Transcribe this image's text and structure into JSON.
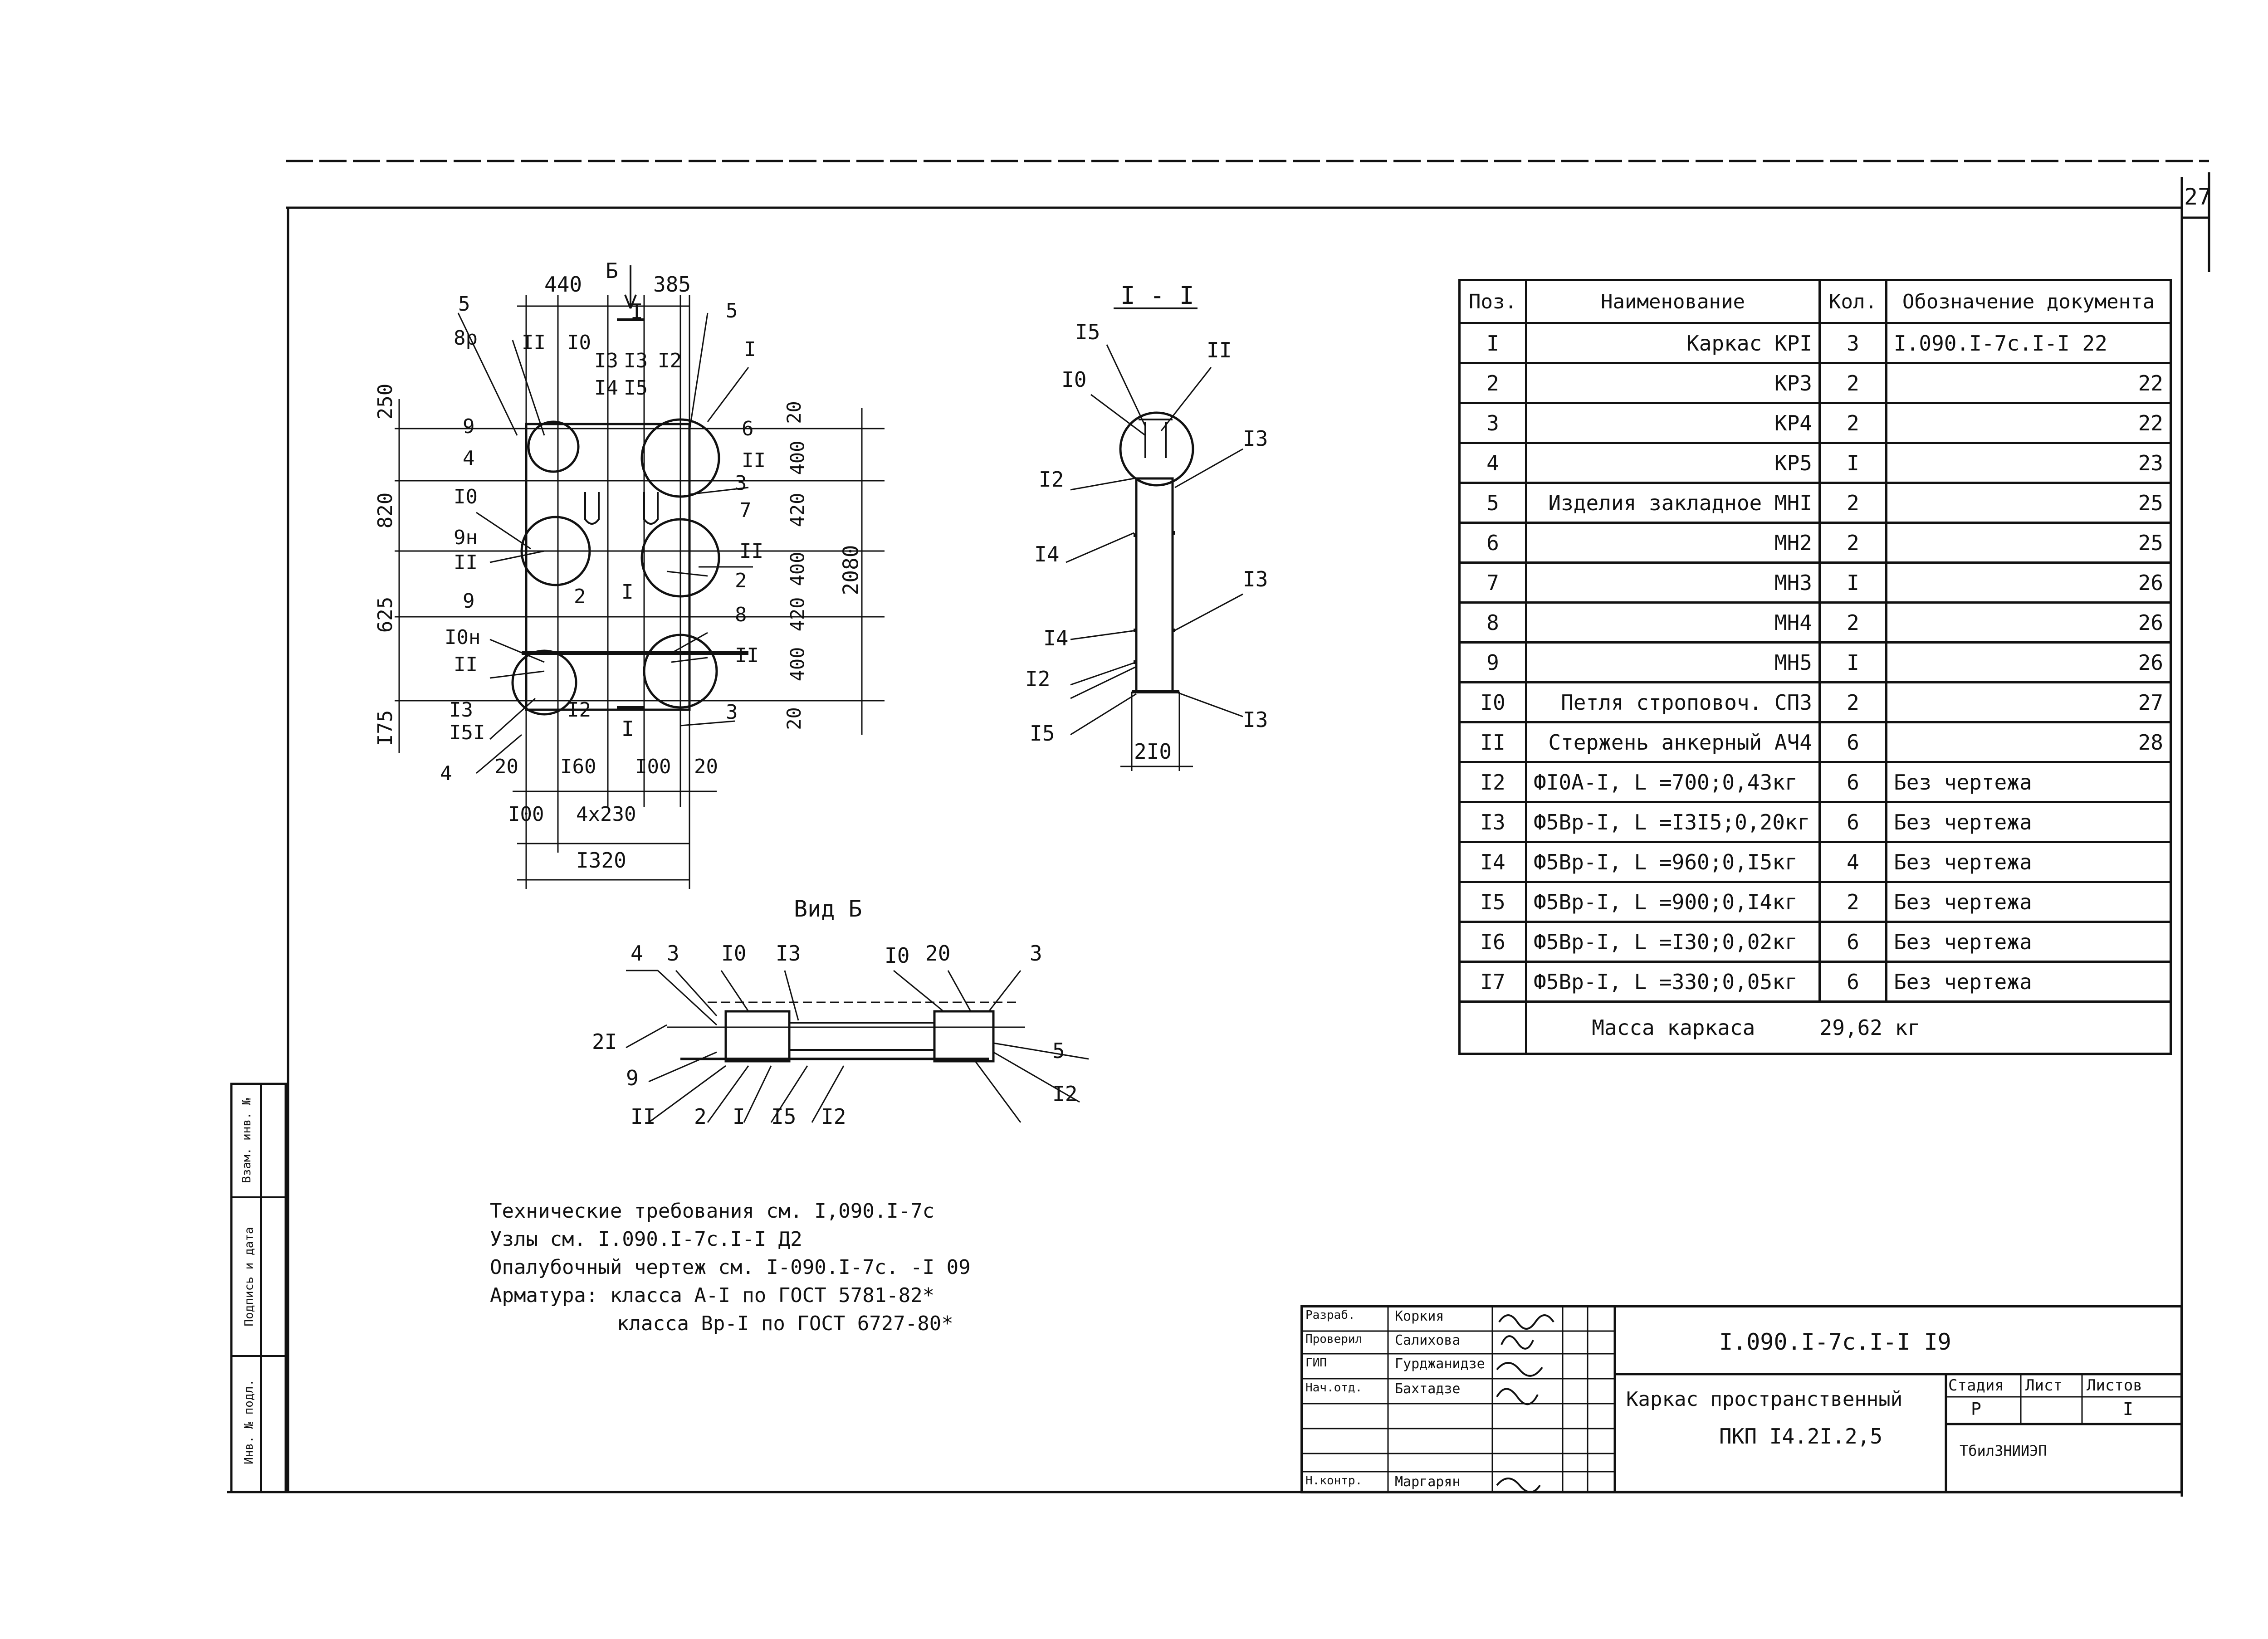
{
  "sheet_number": "27",
  "spec": {
    "headers": [
      "Поз.",
      "Наименование",
      "Кол.",
      "Обозначение документа"
    ],
    "rows": [
      {
        "pos": "I",
        "name": "Каркас КРI",
        "qty": "3",
        "doc": "I.090.I-7c.I-I 22"
      },
      {
        "pos": "2",
        "name": "КР3",
        "qty": "2",
        "doc": "22"
      },
      {
        "pos": "3",
        "name": "КР4",
        "qty": "2",
        "doc": "22"
      },
      {
        "pos": "4",
        "name": "КР5",
        "qty": "I",
        "doc": "23"
      },
      {
        "pos": "5",
        "name": "Изделия закладное МНI",
        "qty": "2",
        "doc": "25"
      },
      {
        "pos": "6",
        "name": "МН2",
        "qty": "2",
        "doc": "25"
      },
      {
        "pos": "7",
        "name": "МН3",
        "qty": "I",
        "doc": "26"
      },
      {
        "pos": "8",
        "name": "МН4",
        "qty": "2",
        "doc": "26"
      },
      {
        "pos": "9",
        "name": "МН5",
        "qty": "I",
        "doc": "26"
      },
      {
        "pos": "I0",
        "name": "Петля строповоч. СП3",
        "qty": "2",
        "doc": "27"
      },
      {
        "pos": "II",
        "name": "Стержень анкерный АЧ4",
        "qty": "6",
        "doc": "28"
      },
      {
        "pos": "I2",
        "name": "ФI0А-I, L =700;0,43кг",
        "qty": "6",
        "doc": "Без чертежа"
      },
      {
        "pos": "I3",
        "name": "Ф5Вр-I, L =I3I5;0,20кг",
        "qty": "6",
        "doc": "Без чертежа"
      },
      {
        "pos": "I4",
        "name": "Ф5Вр-I, L =960;0,I5кг",
        "qty": "4",
        "doc": "Без чертежа"
      },
      {
        "pos": "I5",
        "name": "Ф5Вр-I, L =900;0,I4кг",
        "qty": "2",
        "doc": "Без чертежа"
      },
      {
        "pos": "I6",
        "name": "Ф5Вр-I, L =I30;0,02кг",
        "qty": "6",
        "doc": "Без чертежа"
      },
      {
        "pos": "I7",
        "name": "Ф5Вр-I, L =330;0,05кг",
        "qty": "6",
        "doc": "Без чертежа"
      }
    ],
    "mass_label": "Масса каркаса",
    "mass_value": "29,62 кг"
  },
  "notes": [
    "Технические требования см. I,090.I-7с",
    "Узлы см. I.090.I-7с.I-I Д2",
    "Опалубочный чертеж см. I-090.I-7с. -I 09",
    "Арматура: класса А-I по ГОСТ 5781-82*",
    "класса Вр-I по ГОСТ 6727-80*"
  ],
  "views": {
    "section_title": "I - I",
    "view_b_title": "Вид Б",
    "plan_labels": {
      "dim_top_left": "440",
      "dim_top_right": "385",
      "view_mark": "Б",
      "section_mark": "I",
      "dim_left": [
        "250",
        "820",
        "625",
        "I75"
      ],
      "dim_right": [
        "20",
        "400",
        "420",
        "400",
        "420",
        "400",
        "20"
      ],
      "dim_total_right": "2080",
      "dim_bottom": [
        "20",
        "I60",
        "I00",
        "20",
        "I00",
        "4x230",
        "I320"
      ],
      "callouts": [
        "5",
        "5",
        "8р",
        "II",
        "I0",
        "I3",
        "I3",
        "I2",
        "I4",
        "I5",
        "I",
        "9",
        "4",
        "6",
        "II",
        "I0",
        "3",
        "7",
        "9н",
        "II",
        "II",
        "2",
        "I",
        "2",
        "9",
        "8",
        "I0н",
        "II",
        "II",
        "I3",
        "I5I",
        "I2",
        "3",
        "4"
      ]
    },
    "section_labels": {
      "callouts": [
        "I5",
        "I0",
        "II",
        "I2",
        "I3",
        "I4",
        "I3",
        "I4",
        "I2",
        "I5",
        "I3"
      ],
      "dim": "2I0"
    },
    "view_b_labels": {
      "callouts_top": [
        "4",
        "3",
        "I0",
        "I3",
        "I0",
        "20",
        "3"
      ],
      "callouts_bottom": [
        "2I",
        "9",
        "II",
        "2",
        "I",
        "I5",
        "I2",
        "5",
        "I2"
      ]
    }
  },
  "title_block": {
    "doc_code": "I.090.I-7c.I-I I9",
    "title_line1": "Каркас пространственный",
    "title_line2": "ПКП I4.2I.2,5",
    "stage_header": "Стадия",
    "sheet_header": "Лист",
    "sheets_header": "Листов",
    "stage": "Р",
    "sheets": "I",
    "org": "ТбилЗНИИЭП",
    "roles": [
      "Разраб.",
      "Проверил",
      "ГИП",
      "Нач.отд.",
      "",
      "",
      "Н.контр."
    ],
    "names": [
      "Коркия",
      "Салихова",
      "Гурджанидзе",
      "Бахтадзе",
      "",
      "",
      "Маргарян"
    ]
  },
  "side_stamp": [
    "Инв. № подл.",
    "Подпись и дата",
    "Взам. инв. №"
  ]
}
